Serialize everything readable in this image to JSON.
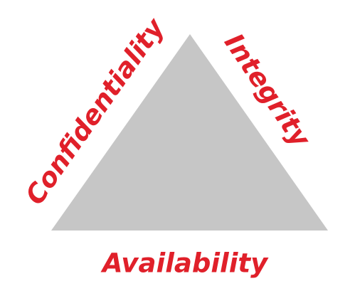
{
  "diagram": {
    "labels": {
      "left": "Confidentiality",
      "right": "Integrity",
      "bottom": "Availability"
    },
    "colors": {
      "triangle_fill": "#c6c6c6",
      "label_text": "#e0202a",
      "background": "#ffffff"
    }
  }
}
